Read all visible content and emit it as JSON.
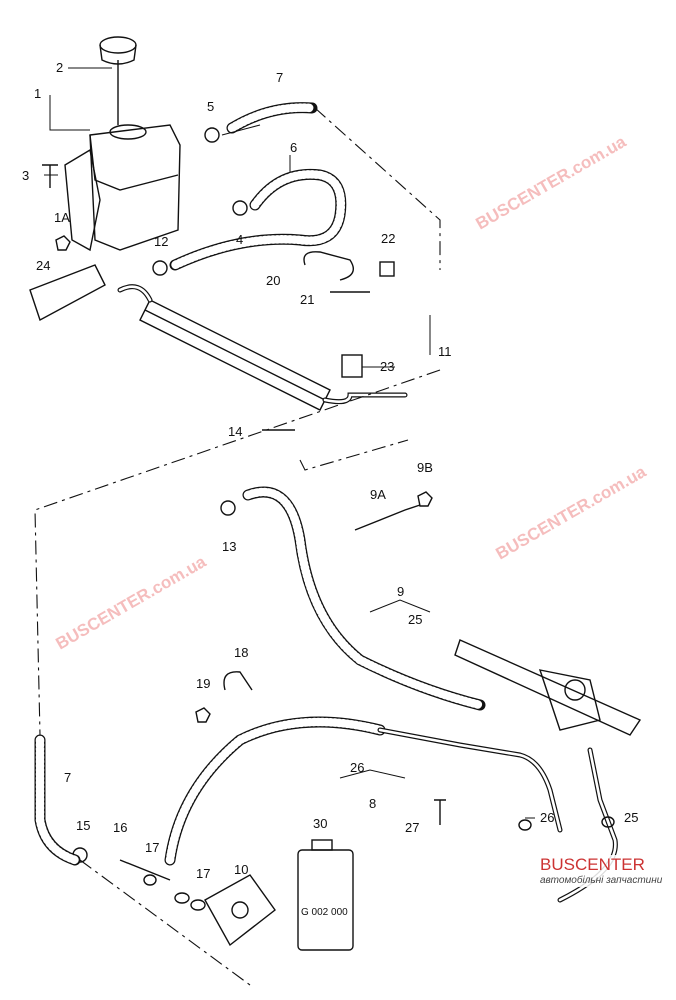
{
  "diagram": {
    "labels": [
      "1",
      "2",
      "3",
      "1A",
      "24",
      "5",
      "7",
      "6",
      "4",
      "12",
      "22",
      "20",
      "21",
      "11",
      "23",
      "14",
      "9B",
      "9A",
      "13",
      "9",
      "25",
      "18",
      "19",
      "7",
      "26",
      "8",
      "30",
      "27",
      "26",
      "25",
      "15",
      "16",
      "17",
      "17",
      "10"
    ],
    "can_code": "G 002 000"
  },
  "watermark": "BUSCENTER.com.ua",
  "logo": {
    "name": "BUSCENTER",
    "subtitle": "автомобільні запчастини"
  },
  "colors": {
    "watermark": "#e88888",
    "logo": "#cc3333"
  }
}
